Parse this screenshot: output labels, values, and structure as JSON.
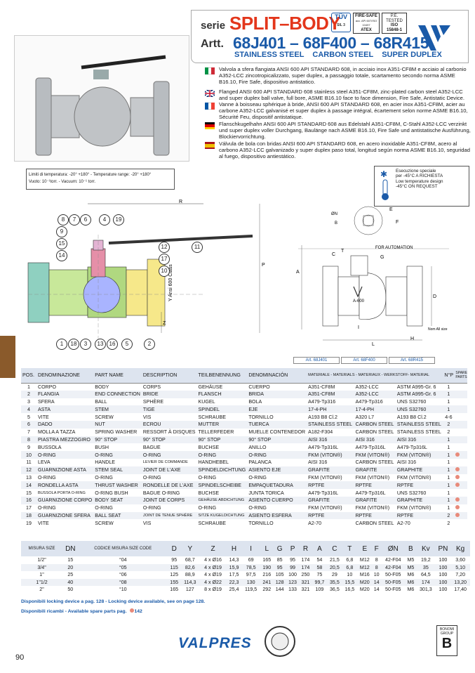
{
  "header": {
    "serie_label": "serie",
    "title": "SPLIT–BODY",
    "artt_label": "Artt.",
    "codes": "68J401 – 68F400 – 68R415",
    "materials": [
      "STAINLESS STEEL",
      "CARBON STEEL",
      "SUPER DUPLEX"
    ],
    "badges": {
      "tuv": "TÜV",
      "sil": "SIL 3",
      "firesafe": "FIRE-SAFE",
      "firesafe_sub": "acc. API 607/ISO 10497",
      "atex": "ATEX",
      "pe_tested": "P.E. TESTED",
      "iso_cert": "ISO 15848-1"
    }
  },
  "descriptions": [
    {
      "lang": "it",
      "colors": [
        "#009246",
        "#ffffff",
        "#ce2b37"
      ],
      "text": "Valvola a sfera flangiata ANSI 600 API STANDARD 608, in acciaio inox A351-CF8M e acciaio al carbonio A352-LCC zincotropicalizzato, super duplex, a passaggio totale, scartamento secondo norma ASME B16.10, Fire Safe, dispositivo antistatico."
    },
    {
      "lang": "en",
      "colors": [
        "#012169",
        "#c8102e",
        "#012169"
      ],
      "text": "Flanged ANSI 600 API STANDARD 608 stainless steel A351-CF8M, zinc-plated carbon steel A352-LCC and super duplex ball valve, full bore, ASME B16.10 face to face dimension, Fire Safe, Antistatic Device."
    },
    {
      "lang": "fr",
      "colors": [
        "#0055a4",
        "#ffffff",
        "#ef4135"
      ],
      "text": "Vanne à boisseau sphérique à bride, ANSI 600 API STANDARD 608, en acier inox A351-CF8M, acier au carbone A352-LCC galvanisé et super duplex à passage intégral, écartement selon norme ASME B16.10, Sécurité Feu, dispositif antistatique."
    },
    {
      "lang": "de",
      "colors": [
        "#000000",
        "#dd0000",
        "#ffce00"
      ],
      "text": "Flanschkugelhahn ANSI 600 API STANDARD 608 aus Edelstahl A351-CF8M, C-Stahl A352-LCC verzinkt und super duplex voller Durchgang, Baulänge nach ASME B16.10, Fire Safe und antistatische Ausführung, Blockiervorrichtung."
    },
    {
      "lang": "es",
      "colors": [
        "#aa151b",
        "#f1bf00",
        "#aa151b"
      ],
      "text": "Válvula de bola con bridas ANSI 600 API STANDARD 608, en acero inoxidable A351-CF8M, acero al carbono A352-LCC galvanizado y super duplex paso total, longitud según norma ASME B16.10, seguridad al fuego, dispositivo antiestático."
    }
  ],
  "limits": {
    "line1": "Limiti di temperatura: -20° +180° - Temperature range: -20° +180°",
    "line2": "Vuoto: 10⁻¹torr. - Vacuum: 10⁻¹ torr."
  },
  "lowtemp": {
    "line1": "Esecuzione speciale",
    "line2": "per -45°C A RICHIESTA",
    "line3": "Low temperature design",
    "line4": "-45°C ON REQUEST"
  },
  "drawing": {
    "callouts_top": [
      "8",
      "7",
      "6",
      "4",
      "19"
    ],
    "callouts_left": [
      "9",
      "15",
      "14"
    ],
    "callouts_mid": [
      "12",
      "17",
      "10",
      "11"
    ],
    "callouts_bottom": [
      "1",
      "18",
      "3",
      "13",
      "16",
      "5",
      "2"
    ],
    "class_label": "Y Ansi 600 Class",
    "automation_label": "FOR AUTOMATION",
    "ansi_label": "A-600",
    "note_label": "Nom All size",
    "dim_letters": [
      "R",
      "P",
      "Z",
      "A",
      "C",
      "T",
      "D",
      "I",
      "L",
      "H",
      "E",
      "F",
      "G"
    ]
  },
  "article_headers": [
    "Art. 68J401",
    "Art. 68F400",
    "Art. 68R415"
  ],
  "parts_table": {
    "headers": [
      "POS.",
      "DENOMINAZIONE",
      "PART NAME",
      "DESCRIPTION",
      "TEILBENENNUNG",
      "DENOMINACIÓN",
      "MATERIALE - MATERIALS - MATERIAUX - WERKSTOFF- MATERIAL",
      "",
      "",
      "N°P",
      "SPARE PARTS"
    ],
    "rows": [
      [
        "1",
        "CORPO",
        "BODY",
        "CORPS",
        "GEHÄUSE",
        "CUERPO",
        "A351-CF8M",
        "A352-LCC",
        "ASTM A995-Gr. 6",
        "1",
        ""
      ],
      [
        "2",
        "FLANGIA",
        "END CONNECTION",
        "BRIDE",
        "FLANSCH",
        "BRIDA",
        "A351-CF8M",
        "A352-LCC",
        "ASTM A995-Gr. 6",
        "1",
        ""
      ],
      [
        "3",
        "SFERA",
        "BALL",
        "SPHÈRE",
        "KUGEL",
        "BOLA",
        "A479-Tp316",
        "A479-Tp316",
        "UNS S32760",
        "1",
        ""
      ],
      [
        "4",
        "ASTA",
        "STEM",
        "TIGE",
        "SPINDEL",
        "EJE",
        "17-4-PH",
        "17-4-PH",
        "UNS S32760",
        "1",
        ""
      ],
      [
        "5",
        "VITE",
        "SCREW",
        "VIS",
        "SCHRAUBE",
        "TORNILLO",
        "A193 B8 Cl.2",
        "A320 L7",
        "A193 B8 Cl.2",
        "4-6",
        ""
      ],
      [
        "6",
        "DADO",
        "NUT",
        "ECROU",
        "MUTTER",
        "TUERCA",
        "STAINLESS STEEL",
        "CARBON STEEL",
        "STAINLESS STEEL",
        "2",
        ""
      ],
      [
        "7",
        "MOLLA A TAZZA",
        "SPRING WASHER",
        "RESSORT À DISQUES",
        "TELLERFEDER",
        "MUELLE CONTENEDOR",
        "A182-F304",
        "CARBON STEEL",
        "STAINLESS STEEL",
        "2",
        ""
      ],
      [
        "8",
        "PIASTRA MEZZOGIRO",
        "90° STOP",
        "90° STOP",
        "90° STOP",
        "90° STOP",
        "AISI 316",
        "AISI 316",
        "AISI 316",
        "1",
        ""
      ],
      [
        "9",
        "BUSSOLA",
        "BUSH",
        "BAGUE",
        "BUCHSE",
        "ANILLO",
        "A479-Tp316L",
        "A479-Tp316L",
        "A479-Tp316L",
        "1",
        ""
      ],
      [
        "10",
        "O-RING",
        "O-RING",
        "O-RING",
        "O-RING",
        "O-RING",
        "FKM (VITON®)",
        "FKM (VITON®)",
        "FKM (VITON®)",
        "1",
        "•"
      ],
      [
        "11",
        "LEVA",
        "HANDLE",
        "LEVIER DE COMMANDE",
        "HANDHEBEL",
        "PALANCA",
        "AISI 316",
        "CARBON STEEL",
        "AISI 316",
        "1",
        ""
      ],
      [
        "12",
        "GUARNIZIONE ASTA",
        "STEM SEAL",
        "JOINT DE L'AXE",
        "SPINDELDICHTUNG",
        "ASIENTO EJE",
        "GRAFITE",
        "GRAFITE",
        "GRAPHITE",
        "1",
        "•"
      ],
      [
        "13",
        "O-RING",
        "O-RING",
        "O-RING",
        "O-RING",
        "O-RING",
        "FKM (VITON®)",
        "FKM (VITON®)",
        "FKM (VITON®)",
        "1",
        "•"
      ],
      [
        "14",
        "RONDELLA ASTA",
        "THRUST WASHER",
        "RONDELLE DE L'AXE",
        "SPINDELSCHEIBE",
        "EMPAQUETADURA",
        "RPTFE",
        "RPTFE",
        "RPTFE",
        "1",
        "•"
      ],
      [
        "15",
        "BUSSOLA PORTA O-RING",
        "O-RING BUSH",
        "BAGUE O-RING",
        "BUCHSE",
        "JUNTA TORICA",
        "A479-Tp316L",
        "A479-Tp316L",
        "UNS S32760",
        "1",
        ""
      ],
      [
        "16",
        "GUARNIZIONE CORPO",
        "BODY SEAT",
        "JOINT DE CORPS",
        "GEHÄUSE ABDICHTUNG",
        "ASIENTO CUERPO",
        "GRAFITE",
        "GRAFITE",
        "GRAPHITE",
        "1",
        "•"
      ],
      [
        "17",
        "O-RING",
        "O-RING",
        "O-RING",
        "O-RING",
        "O-RING",
        "FKM (VITON®)",
        "FKM (VITON®)",
        "FKM (VITON®)",
        "1",
        "•"
      ],
      [
        "18",
        "GUARNIZIONE SFERA",
        "BALL SEAT",
        "JOINT DE TENUE SPHÈRE",
        "SITZE KUGELDICHTUNG",
        "ASIENTO ESFERA",
        "RPTFE",
        "RPTFE",
        "RPTFE",
        "2",
        "•"
      ],
      [
        "19",
        "VITE",
        "SCREW",
        "VIS",
        "SCHRAUBE",
        "TORNILLO",
        "A2-70",
        "CARBON STEEL",
        "A2-70",
        "2",
        ""
      ]
    ]
  },
  "size_table": {
    "headers": [
      "MISURA SIZE",
      "DN",
      "CODICE MISURA SIZE CODE",
      "D",
      "Y",
      "Z",
      "H",
      "I",
      "L",
      "G",
      "P",
      "R",
      "A",
      "C",
      "T",
      "E",
      "F",
      "ØN",
      "B",
      "Kv",
      "PN",
      "Kg"
    ],
    "rows": [
      [
        "1/2\"",
        "15",
        "°04",
        "95",
        "68,7",
        "4 x Ø16",
        "14,3",
        "69",
        "165",
        "85",
        "95",
        "174",
        "54",
        "21,5",
        "6,8",
        "M12",
        "8",
        "42-F04",
        "M5",
        "19,2",
        "100",
        "3,60"
      ],
      [
        "3/4\"",
        "20",
        "°05",
        "115",
        "82,6",
        "4 x Ø19",
        "15,9",
        "78,5",
        "190",
        "95",
        "99",
        "174",
        "58",
        "20,5",
        "6,8",
        "M12",
        "8",
        "42-F04",
        "M5",
        "35",
        "100",
        "5,10"
      ],
      [
        "1\"",
        "25",
        "°06",
        "125",
        "88,9",
        "4 x Ø19",
        "17,5",
        "97,5",
        "216",
        "105",
        "100",
        "250",
        "75",
        "29",
        "10",
        "M16",
        "10",
        "50-F05",
        "M6",
        "64,5",
        "100",
        "7,20"
      ],
      [
        "1\"1/2",
        "40",
        "°08",
        "155",
        "114,3",
        "4 x Ø22",
        "22,3",
        "130",
        "241",
        "128",
        "123",
        "321",
        "99,7",
        "35,5",
        "15,5",
        "M20",
        "14",
        "50-F05",
        "M6",
        "174",
        "100",
        "13,20"
      ],
      [
        "2\"",
        "50",
        "°10",
        "165",
        "127",
        "8 x Ø19",
        "25,4",
        "119,5",
        "292",
        "144",
        "133",
        "321",
        "109",
        "36,5",
        "16,5",
        "M20",
        "14",
        "50-F05",
        "M6",
        "301,3",
        "100",
        "17,40"
      ]
    ]
  },
  "notes": {
    "locking": "Disponibili locking device a pag. 128 - Locking device available, see on page 128.",
    "spare": "Disponibili ricambi - Available spare parts pag.",
    "spare_page": "142"
  },
  "footer": {
    "page_number": "90",
    "brand": "VALPRES",
    "group": "BONOMI GROUP"
  },
  "colors": {
    "accent_red": "#e3361b",
    "brand_blue": "#1a5aa8",
    "tab_brown": "#8a5a2b"
  }
}
